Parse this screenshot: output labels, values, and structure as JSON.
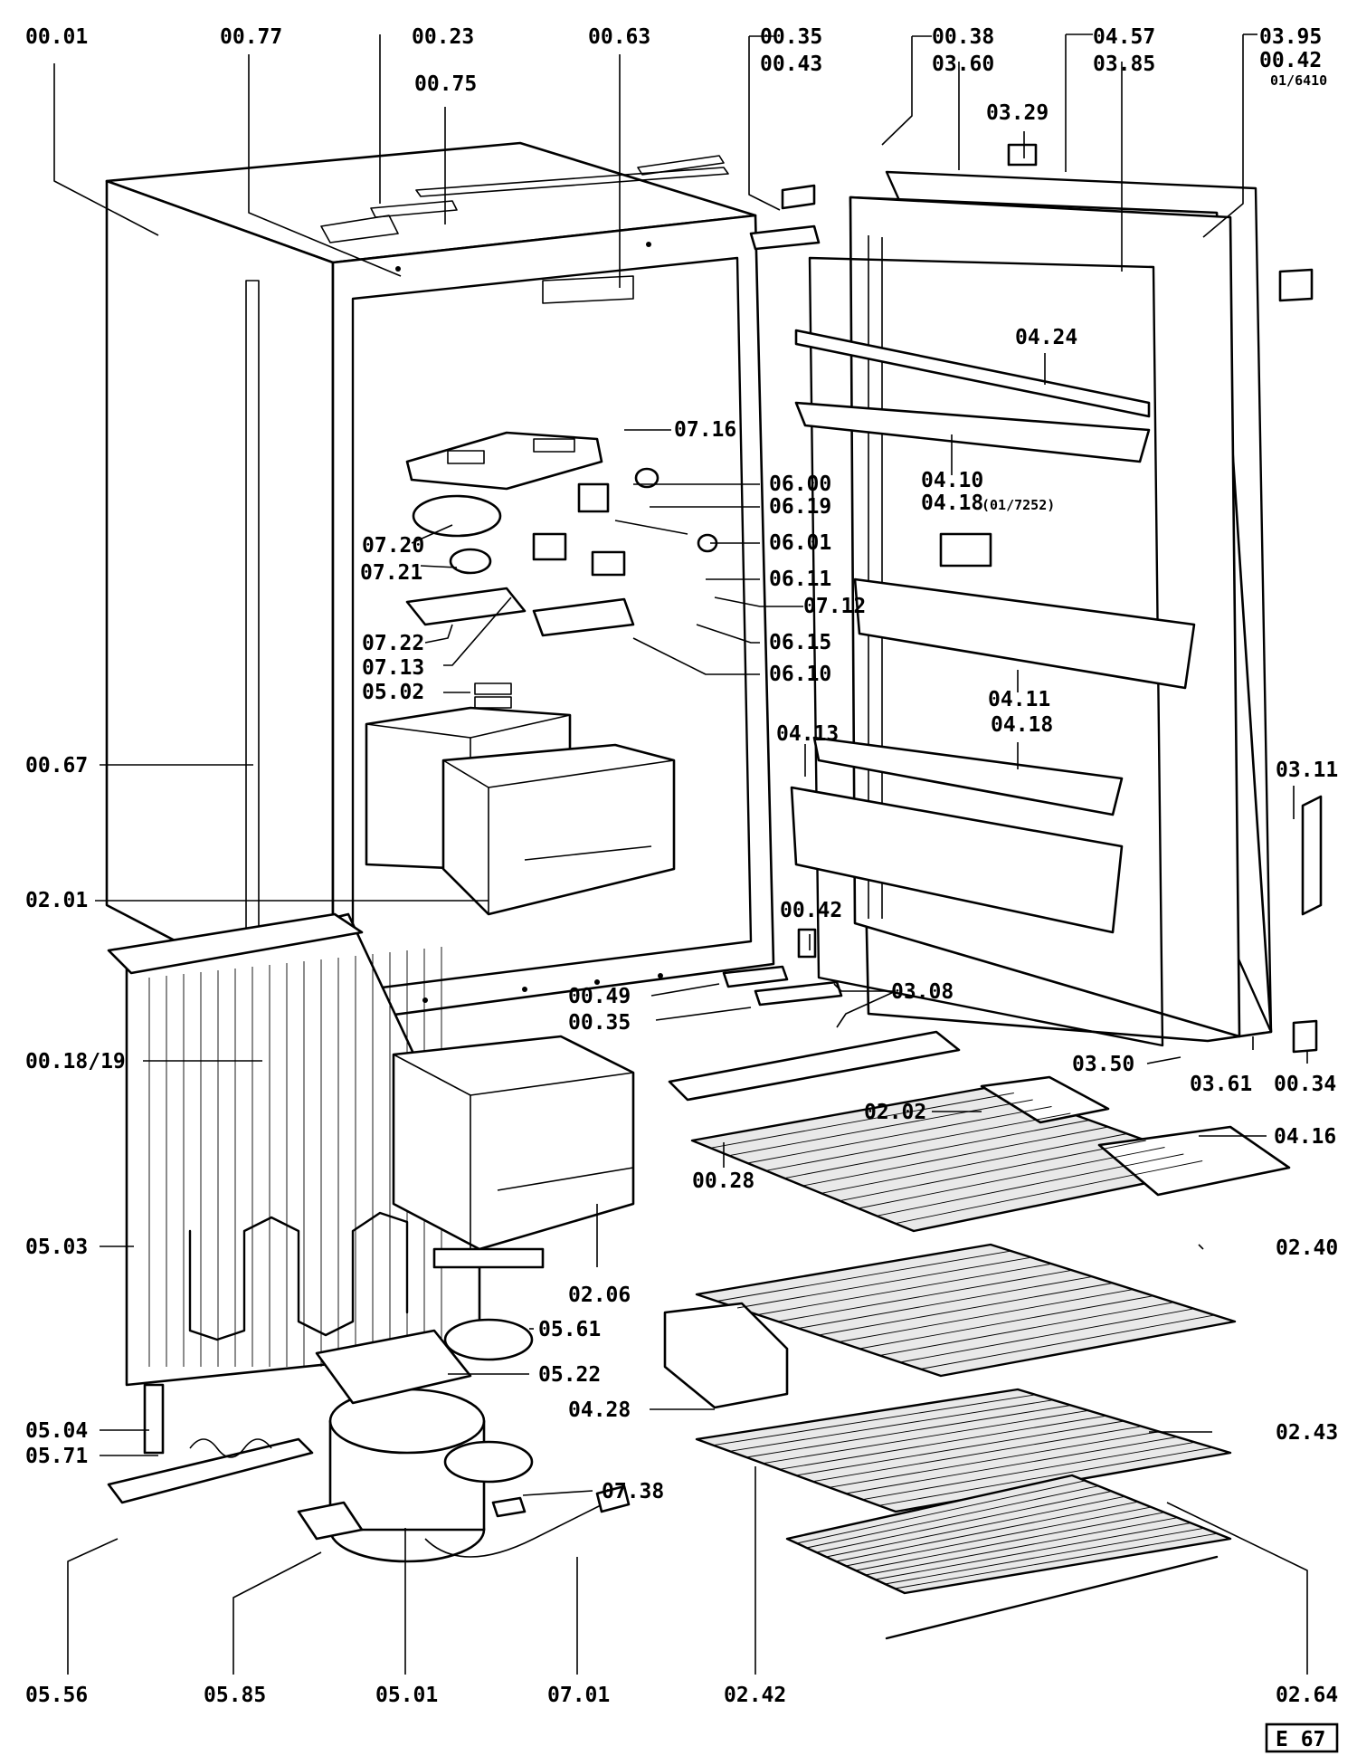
{
  "drawing_code": "E 67",
  "labels": {
    "l0001": "00.01",
    "l0077": "00.77",
    "l0023": "00.23",
    "l0075": "00.75",
    "l0063": "00.63",
    "l0035a": "00.35",
    "l0043": "00.43",
    "l0038": "00.38",
    "l0360": "03.60",
    "l0457": "04.57",
    "l0385": "03.85",
    "l0395": "03.95",
    "l0042a": "00.42",
    "l0042sub": "01/6410",
    "l0329": "03.29",
    "l0424": "04.24",
    "l0716": "07.16",
    "l0600": "06.00",
    "l0619": "06.19",
    "l0601": "06.01",
    "l0611": "06.11",
    "l0712": "07.12",
    "l0615": "06.15",
    "l0610": "06.10",
    "l0720": "07.20",
    "l0721": "07.21",
    "l0722": "07.22",
    "l0713": "07.13",
    "l0502": "05.02",
    "l0410": "04.10",
    "l0418a": "04.18",
    "l0418sub": "(01/7252)",
    "l0411": "04.11",
    "l0418b": "04.18",
    "l0413": "04.13",
    "l0311": "03.11",
    "l0067": "00.67",
    "l0201": "02.01",
    "l0042b": "00.42",
    "l0049": "00.49",
    "l0035b": "00.35",
    "l0308": "03.08",
    "l0350": "03.50",
    "l0361": "03.61",
    "l0034": "00.34",
    "l0018": "00.18/19",
    "l0202": "02.02",
    "l0416": "04.16",
    "l0028": "00.28",
    "l0240": "02.40",
    "l0503": "05.03",
    "l0206": "02.06",
    "l0561": "05.61",
    "l0522": "05.22",
    "l0428": "04.28",
    "l0243": "02.43",
    "l0504": "05.04",
    "l0571": "05.71",
    "l0738": "07.38",
    "l0556": "05.56",
    "l0585": "05.85",
    "l0501": "05.01",
    "l0701": "07.01",
    "l0242": "02.42",
    "l0264": "02.64"
  }
}
